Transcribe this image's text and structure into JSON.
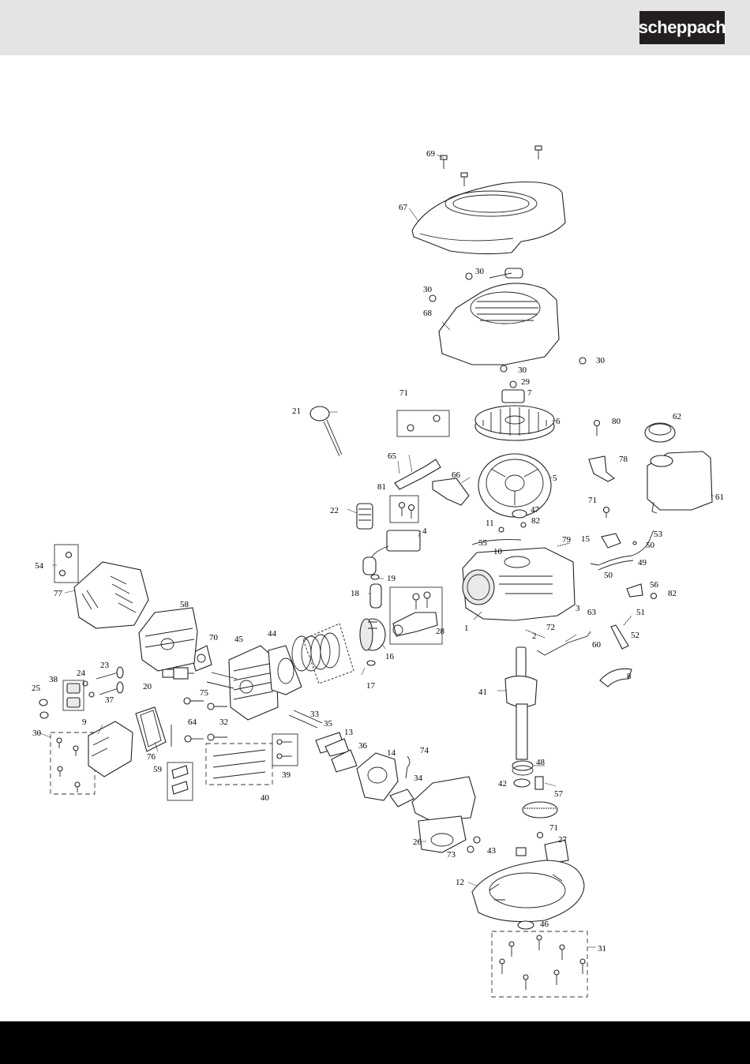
{
  "brand": {
    "logo_text": "scheppach",
    "header_color": "#e4e4e4",
    "footer_color": "#000000"
  },
  "diagram": {
    "callouts": [
      {
        "id": "c69",
        "text": "69"
      },
      {
        "id": "c67",
        "text": "67"
      },
      {
        "id": "c30a",
        "text": "30"
      },
      {
        "id": "c30b",
        "text": "30"
      },
      {
        "id": "c68",
        "text": "68"
      },
      {
        "id": "c30c",
        "text": "30"
      },
      {
        "id": "c30d",
        "text": "30"
      },
      {
        "id": "c29",
        "text": "29"
      },
      {
        "id": "c7",
        "text": "7"
      },
      {
        "id": "c71a",
        "text": "71"
      },
      {
        "id": "c6",
        "text": "6"
      },
      {
        "id": "c80",
        "text": "80"
      },
      {
        "id": "c62",
        "text": "62"
      },
      {
        "id": "c21",
        "text": "21"
      },
      {
        "id": "c65",
        "text": "65"
      },
      {
        "id": "c78",
        "text": "78"
      },
      {
        "id": "c66",
        "text": "66"
      },
      {
        "id": "c5",
        "text": "5"
      },
      {
        "id": "c81",
        "text": "81"
      },
      {
        "id": "c71b",
        "text": "71"
      },
      {
        "id": "c61",
        "text": "61"
      },
      {
        "id": "c22",
        "text": "22"
      },
      {
        "id": "c47",
        "text": "47"
      },
      {
        "id": "c11",
        "text": "11"
      },
      {
        "id": "c82a",
        "text": "82"
      },
      {
        "id": "c4",
        "text": "4"
      },
      {
        "id": "c53",
        "text": "53"
      },
      {
        "id": "c15",
        "text": "15"
      },
      {
        "id": "c50a",
        "text": "50"
      },
      {
        "id": "c55",
        "text": "55"
      },
      {
        "id": "c79",
        "text": "79"
      },
      {
        "id": "c10",
        "text": "10"
      },
      {
        "id": "c49",
        "text": "49"
      },
      {
        "id": "c54",
        "text": "54"
      },
      {
        "id": "c50b",
        "text": "50"
      },
      {
        "id": "c19",
        "text": "19"
      },
      {
        "id": "c77",
        "text": "77"
      },
      {
        "id": "c56",
        "text": "56"
      },
      {
        "id": "c18",
        "text": "18"
      },
      {
        "id": "c82b",
        "text": "82"
      },
      {
        "id": "c58",
        "text": "58"
      },
      {
        "id": "c3",
        "text": "3"
      },
      {
        "id": "c63",
        "text": "63"
      },
      {
        "id": "c51",
        "text": "51"
      },
      {
        "id": "c1",
        "text": "1"
      },
      {
        "id": "c28",
        "text": "28"
      },
      {
        "id": "c72",
        "text": "72"
      },
      {
        "id": "c2",
        "text": "2"
      },
      {
        "id": "c45",
        "text": "45"
      },
      {
        "id": "c44",
        "text": "44"
      },
      {
        "id": "c70",
        "text": "70"
      },
      {
        "id": "c52",
        "text": "52"
      },
      {
        "id": "c16",
        "text": "16"
      },
      {
        "id": "c60",
        "text": "60"
      },
      {
        "id": "c23",
        "text": "23"
      },
      {
        "id": "c24",
        "text": "24"
      },
      {
        "id": "c38",
        "text": "38"
      },
      {
        "id": "c17",
        "text": "17"
      },
      {
        "id": "c8",
        "text": "8"
      },
      {
        "id": "c20",
        "text": "20"
      },
      {
        "id": "c25",
        "text": "25"
      },
      {
        "id": "c37",
        "text": "37"
      },
      {
        "id": "c75",
        "text": "75"
      },
      {
        "id": "c41",
        "text": "41"
      },
      {
        "id": "c33",
        "text": "33"
      },
      {
        "id": "c9",
        "text": "9"
      },
      {
        "id": "c35",
        "text": "35"
      },
      {
        "id": "c32",
        "text": "32"
      },
      {
        "id": "c64",
        "text": "64"
      },
      {
        "id": "c13",
        "text": "13"
      },
      {
        "id": "c30e",
        "text": "30"
      },
      {
        "id": "c76",
        "text": "76"
      },
      {
        "id": "c36",
        "text": "36"
      },
      {
        "id": "c74",
        "text": "74"
      },
      {
        "id": "c14",
        "text": "14"
      },
      {
        "id": "c48",
        "text": "48"
      },
      {
        "id": "c59",
        "text": "59"
      },
      {
        "id": "c39",
        "text": "39"
      },
      {
        "id": "c34",
        "text": "34"
      },
      {
        "id": "c42",
        "text": "42"
      },
      {
        "id": "c40",
        "text": "40"
      },
      {
        "id": "c57",
        "text": "57"
      },
      {
        "id": "c71c",
        "text": "71"
      },
      {
        "id": "c27",
        "text": "27"
      },
      {
        "id": "c26",
        "text": "26"
      },
      {
        "id": "c43",
        "text": "43"
      },
      {
        "id": "c73",
        "text": "73"
      },
      {
        "id": "c12",
        "text": "12"
      },
      {
        "id": "c46",
        "text": "46"
      },
      {
        "id": "c31",
        "text": "31"
      }
    ]
  }
}
